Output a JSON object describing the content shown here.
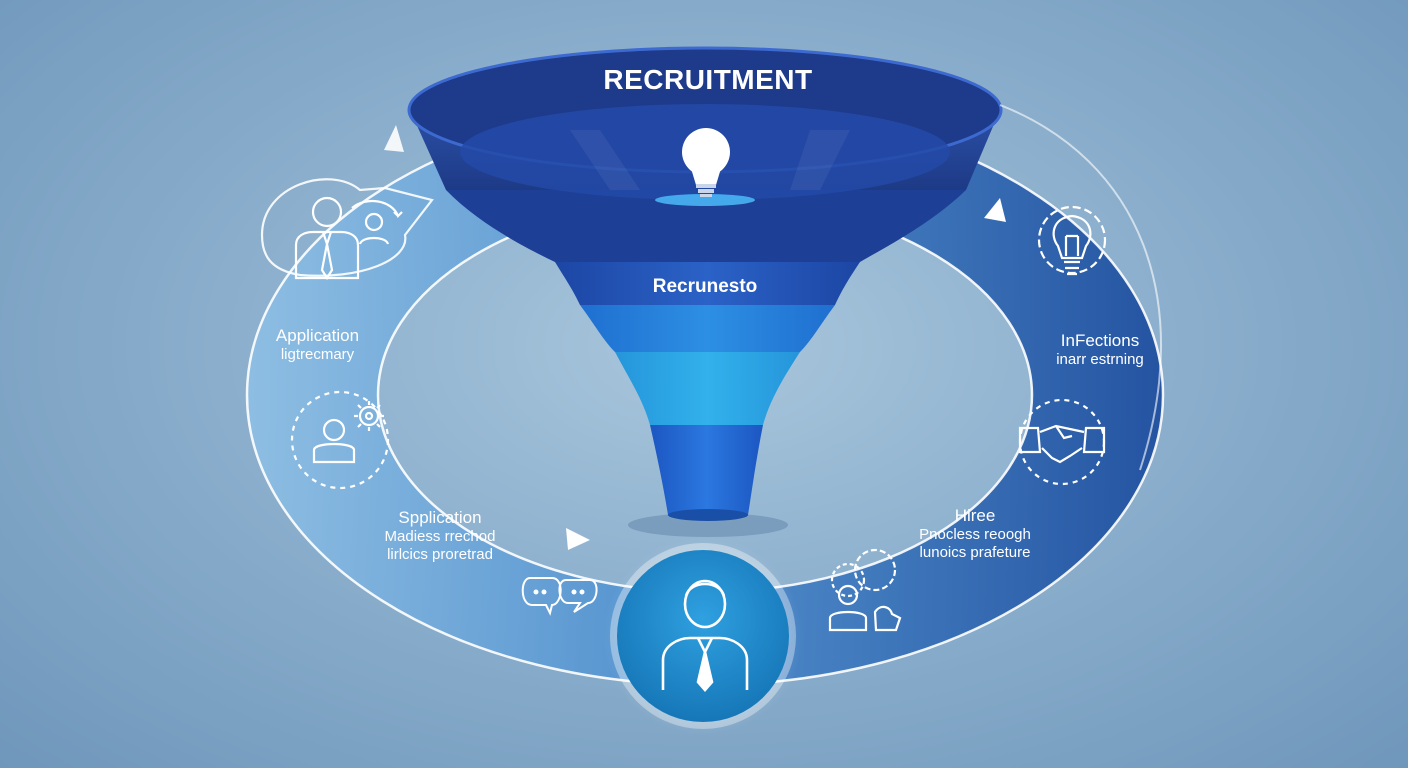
{
  "funnel": {
    "title": "RECRUITMENT",
    "middle_label": "Recrunesto"
  },
  "labels": {
    "left_top": {
      "line1": "Application",
      "line2": "ligtrecmary"
    },
    "left_bottom": {
      "line1": "Spplication",
      "line2": "Madiess rrechod",
      "line3": "lirlcics proretrad"
    },
    "right_top": {
      "line1": "InFections",
      "line2": "inarr estrning"
    },
    "right_bottom": {
      "line1": "Hiree",
      "line2": "Pnocless reoogh",
      "line3": "lunoics prafeture"
    }
  },
  "icons": [
    "person-presenter-icon",
    "person-gear-icon",
    "chat-bubbles-icon",
    "lightbulb-gear-icon",
    "handshake-icon",
    "person-thinking-icon",
    "candidate-icon",
    "lightbulb-icon",
    "arrow-icon"
  ],
  "colors": {
    "background": "#8fb2cf",
    "funnel_dark": "#1f3f8f",
    "funnel_mid": "#2f6fd0",
    "funnel_light": "#2aa0e0",
    "ring_left": "#6fa6d6",
    "ring_right": "#2a5aa8",
    "candidate_circle": "#1e88c9"
  }
}
